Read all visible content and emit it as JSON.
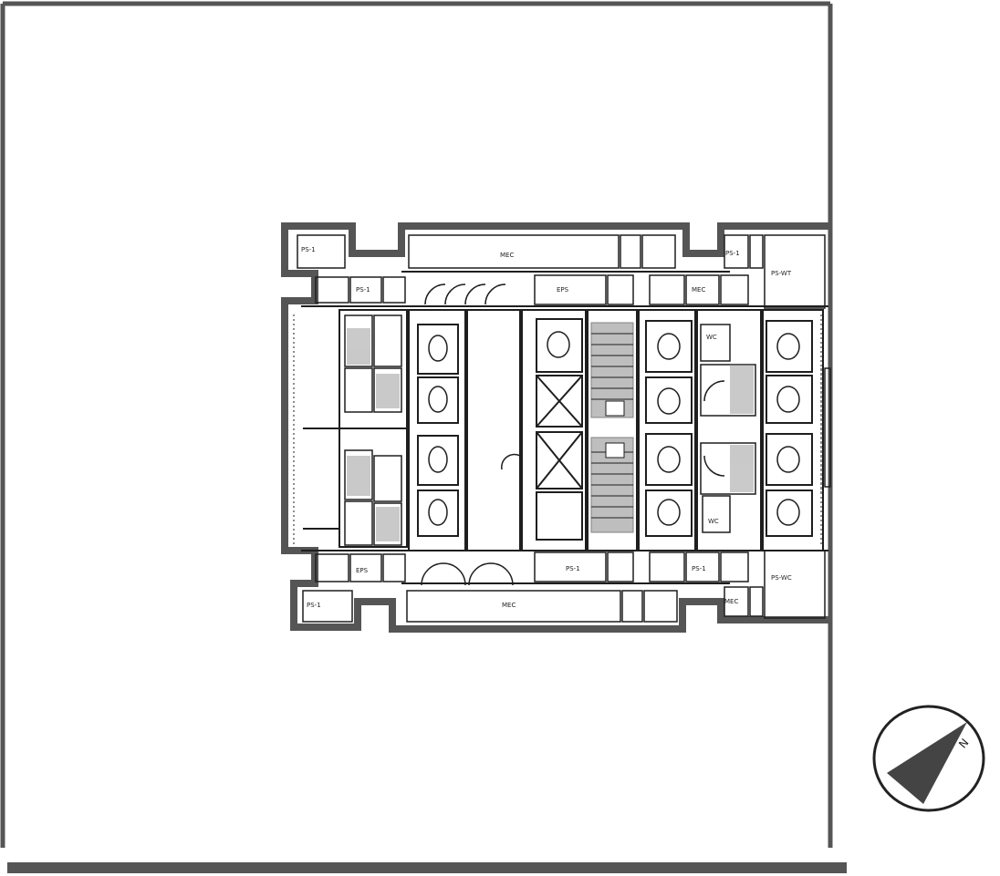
{
  "plan": {
    "wall_color": "#555555",
    "line_color": "#1e1e1e",
    "shade_color": "#8a8a8a",
    "room_labels_top": [
      "PS-1",
      "MEC",
      "PS-1",
      "EPS",
      "MEC",
      "PS-1",
      "PS-WT"
    ],
    "room_labels_bottom": [
      "PS-1",
      "EPS",
      "MEC",
      "PS-1",
      "PS-1",
      "MEC",
      "PS-WC"
    ],
    "compartment_labels": [
      "WC",
      "WC"
    ]
  },
  "compass": {
    "north_label": "N",
    "fill_color": "#444444"
  }
}
